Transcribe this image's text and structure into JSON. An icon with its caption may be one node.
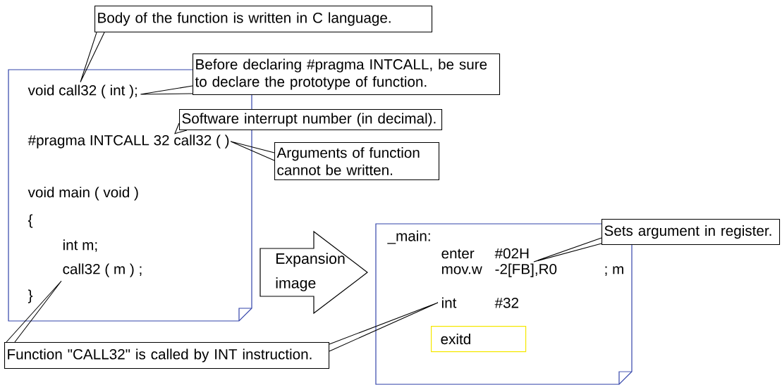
{
  "diagram": {
    "nodes": [
      {
        "text": [],
        "shape": "box"
      },
      {
        "text": [
          "void call32 ( int );"
        ],
        "in": 0
      },
      {
        "text": [
          "#pragma INTCALL 32 call32 ( )"
        ],
        "in": 0
      },
      {
        "text": [
          "void main ( void )"
        ],
        "in": 0
      },
      {
        "text": [
          "{"
        ],
        "in": 0
      },
      {
        "text": [
          "int m;"
        ],
        "in": 0
      },
      {
        "text": [
          "call32 ( m ) ;"
        ],
        "in": 0
      },
      {
        "text": [
          "}"
        ],
        "in": 0
      },
      {
        "text": [
          "Body of the function is written in C language."
        ]
      },
      {
        "text": [
          "Before declaring #pragma INTCALL, be sure to declare the prototype of function."
        ]
      },
      {
        "text": [
          "Software interrupt number (in decimal)."
        ]
      },
      {
        "text": [
          "Arguments of function cannot be written."
        ]
      },
      {
        "text": [
          "Expansion image"
        ]
      },
      {
        "text": [],
        "shape": "box"
      },
      {
        "text": [
          "_main:"
        ],
        "in": 13
      },
      {
        "text": [
          "enter",
          "#02H"
        ],
        "in": 13
      },
      {
        "text": [
          "mov.w",
          "-2[FB],R0",
          "; m"
        ],
        "in": 13
      },
      {
        "text": [
          "int",
          "#32"
        ],
        "in": 13
      },
      {
        "text": [
          "exitd"
        ],
        "in": 13
      },
      {
        "text": [
          "Sets argument in register."
        ]
      },
      {
        "text": [
          "Function \"CALL32\" is called by INT instruction."
        ]
      }
    ],
    "edges": [
      {
        "from": 8,
        "to": 1,
        "arrow": "none"
      },
      {
        "from": 9,
        "to": 1,
        "arrow": "none"
      },
      {
        "from": 10,
        "to": 2,
        "arrow": "none"
      },
      {
        "from": 11,
        "to": 2,
        "arrow": "none"
      },
      {
        "from": 19,
        "to": 15,
        "arrow": "none"
      },
      {
        "from": 20,
        "to": 6,
        "arrow": "none"
      },
      {
        "from": 20,
        "to": 17,
        "arrow": "none"
      }
    ]
  }
}
